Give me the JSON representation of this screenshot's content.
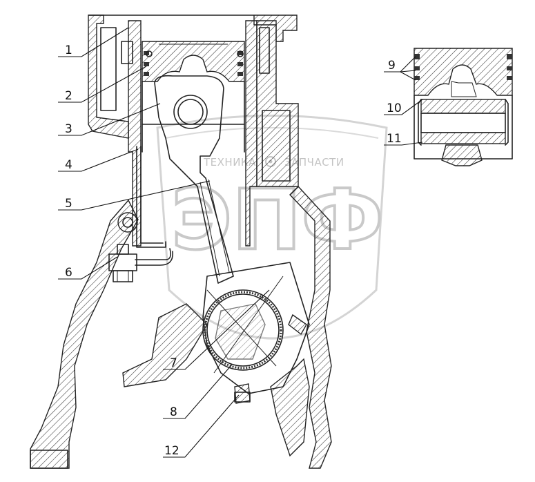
{
  "callouts": {
    "c1": "1",
    "c2": "2",
    "c3": "3",
    "c4": "4",
    "c5": "5",
    "c6": "6",
    "c7": "7",
    "c8": "8",
    "c9": "9",
    "c10": "10",
    "c11": "11",
    "c12": "12"
  },
  "watermark": {
    "left_text": "ТЕХНИКА",
    "right_text": "ЗАПЧАСТИ",
    "logo_letters": "ЭПФ"
  }
}
